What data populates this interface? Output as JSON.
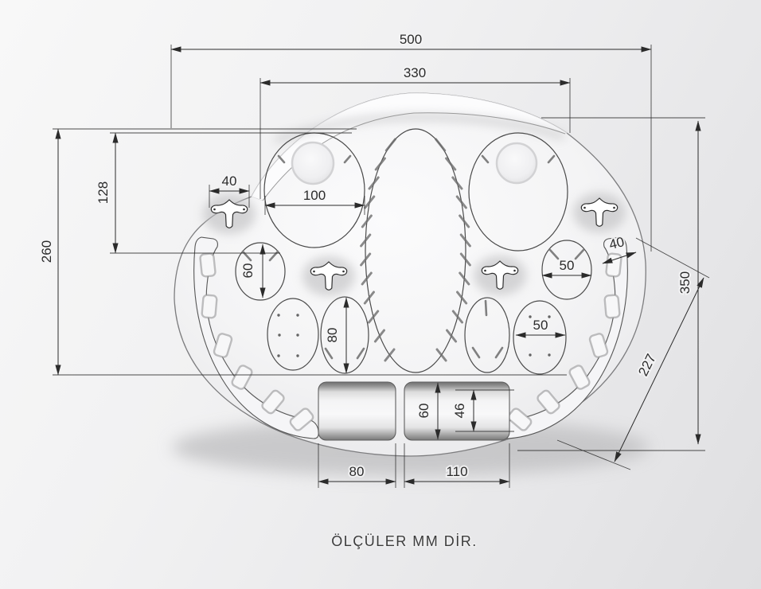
{
  "note": "ÖLÇÜLER MM DİR.",
  "dims": {
    "overall_width": "500",
    "top_opening_width": "330",
    "left_total_height": "260",
    "left_upper_height": "128",
    "left_hook_width": "40",
    "cup_ellipse_width": "100",
    "left_small_circle_diameter": "60",
    "center_small_ellipse_height": "80",
    "right_small_circle_diameter": "50",
    "right_band_slot_width": "40",
    "right_dotted_ellipse_width": "50",
    "right_total_height": "350",
    "right_diagonal_length": "227",
    "box_height": "60",
    "box_inner_height": "46",
    "left_box_width": "80",
    "right_box_width": "110"
  }
}
